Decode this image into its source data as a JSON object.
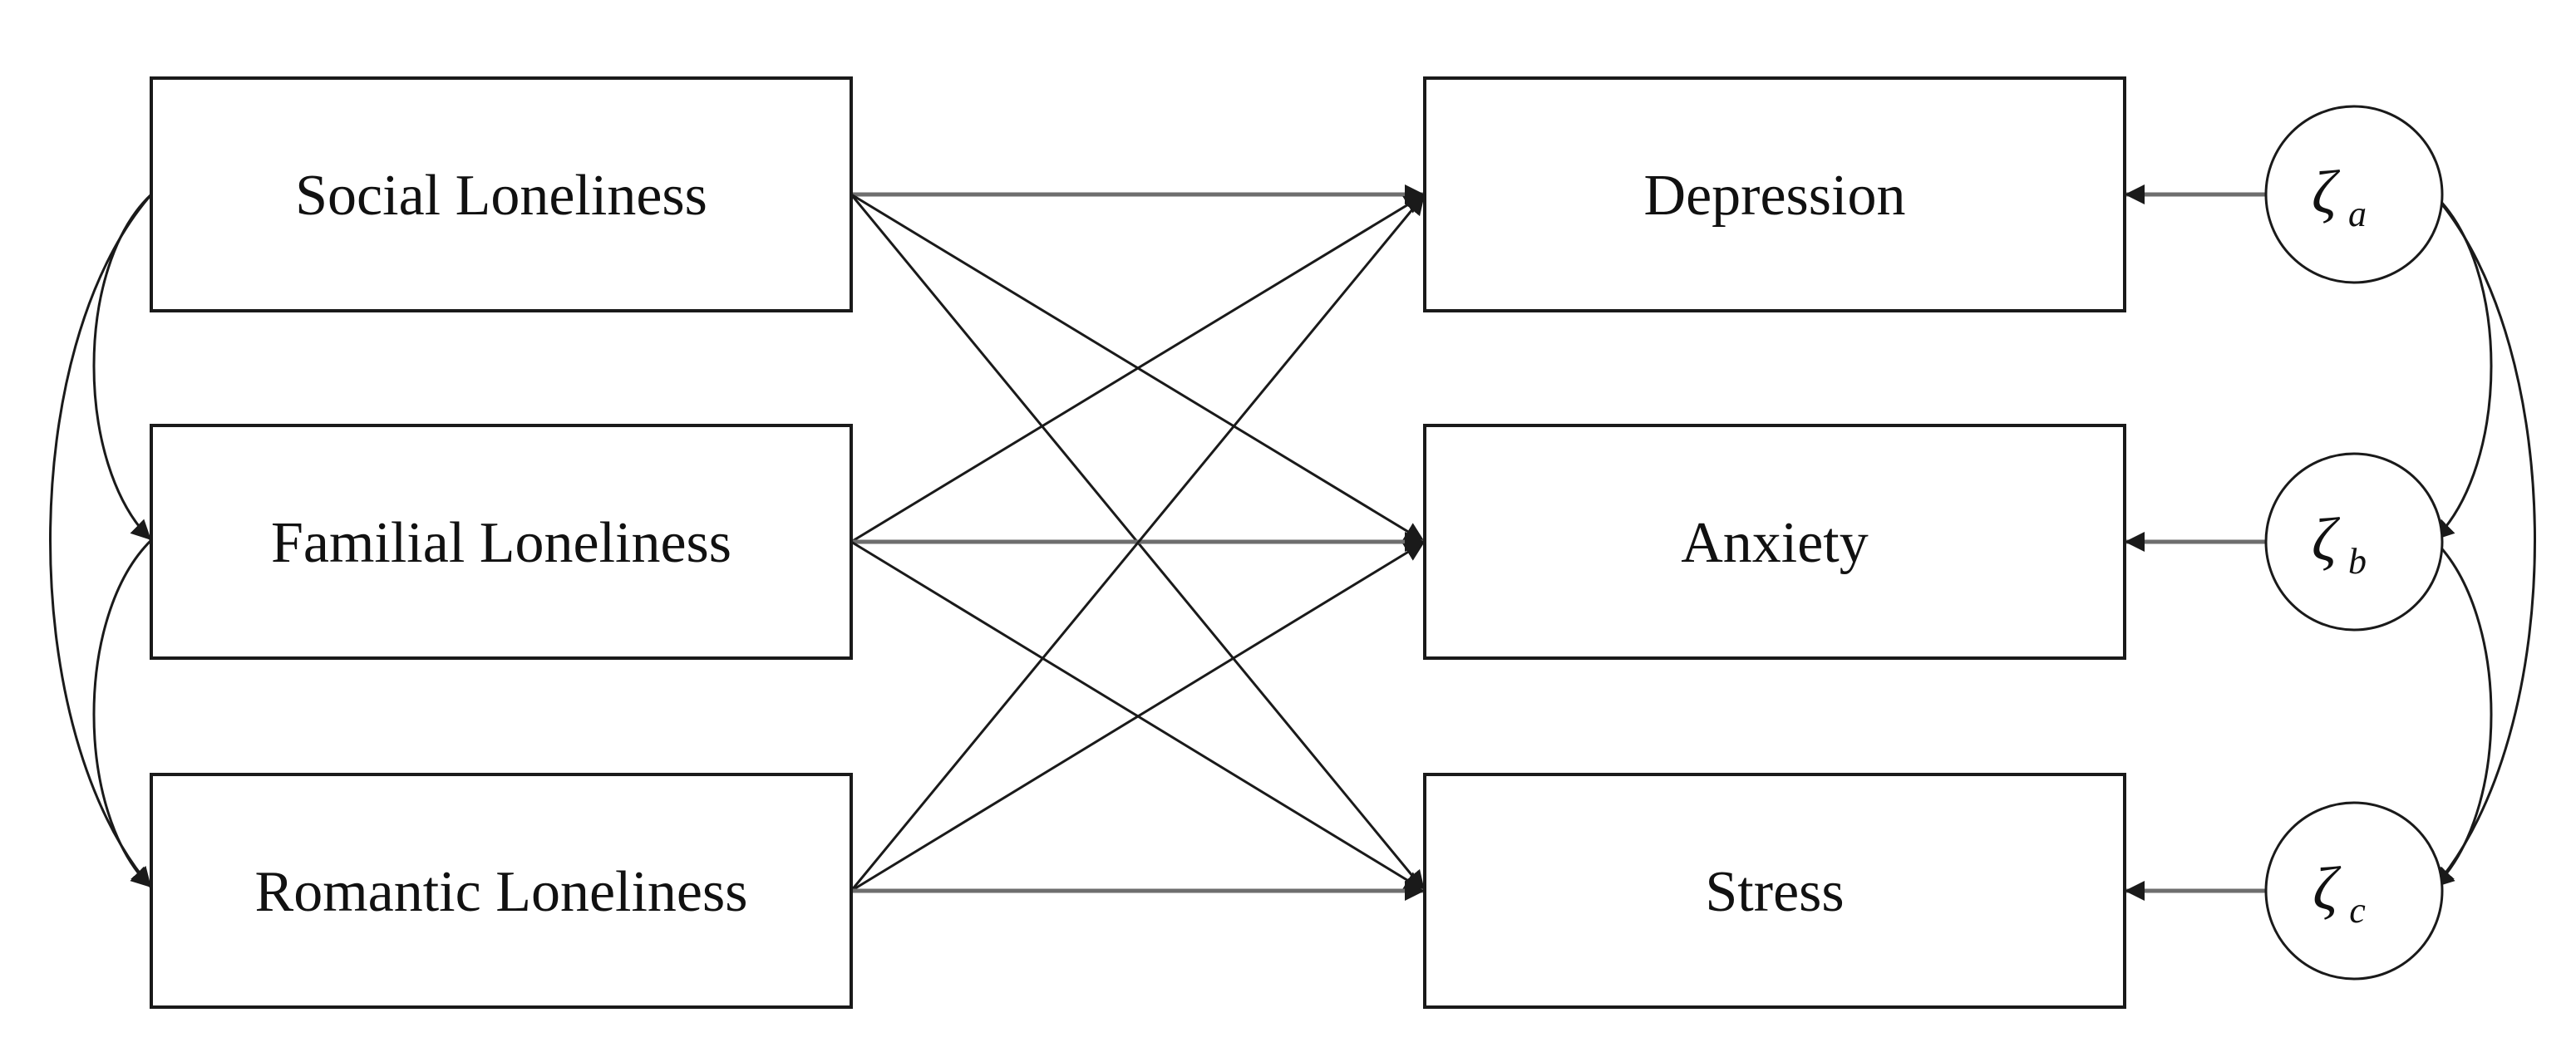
{
  "predictors": [
    "Social Loneliness",
    "Familial Loneliness",
    "Romantic Loneliness"
  ],
  "outcomes": [
    "Depression",
    "Anxiety",
    "Stress"
  ],
  "disturbances": [
    {
      "symbol": "ζ",
      "subscript": "a"
    },
    {
      "symbol": "ζ",
      "subscript": "b"
    },
    {
      "symbol": "ζ",
      "subscript": "c"
    }
  ],
  "colors": {
    "line": "#1a1a1a",
    "direct_path": "#6e6e6e",
    "background": "#ffffff"
  }
}
